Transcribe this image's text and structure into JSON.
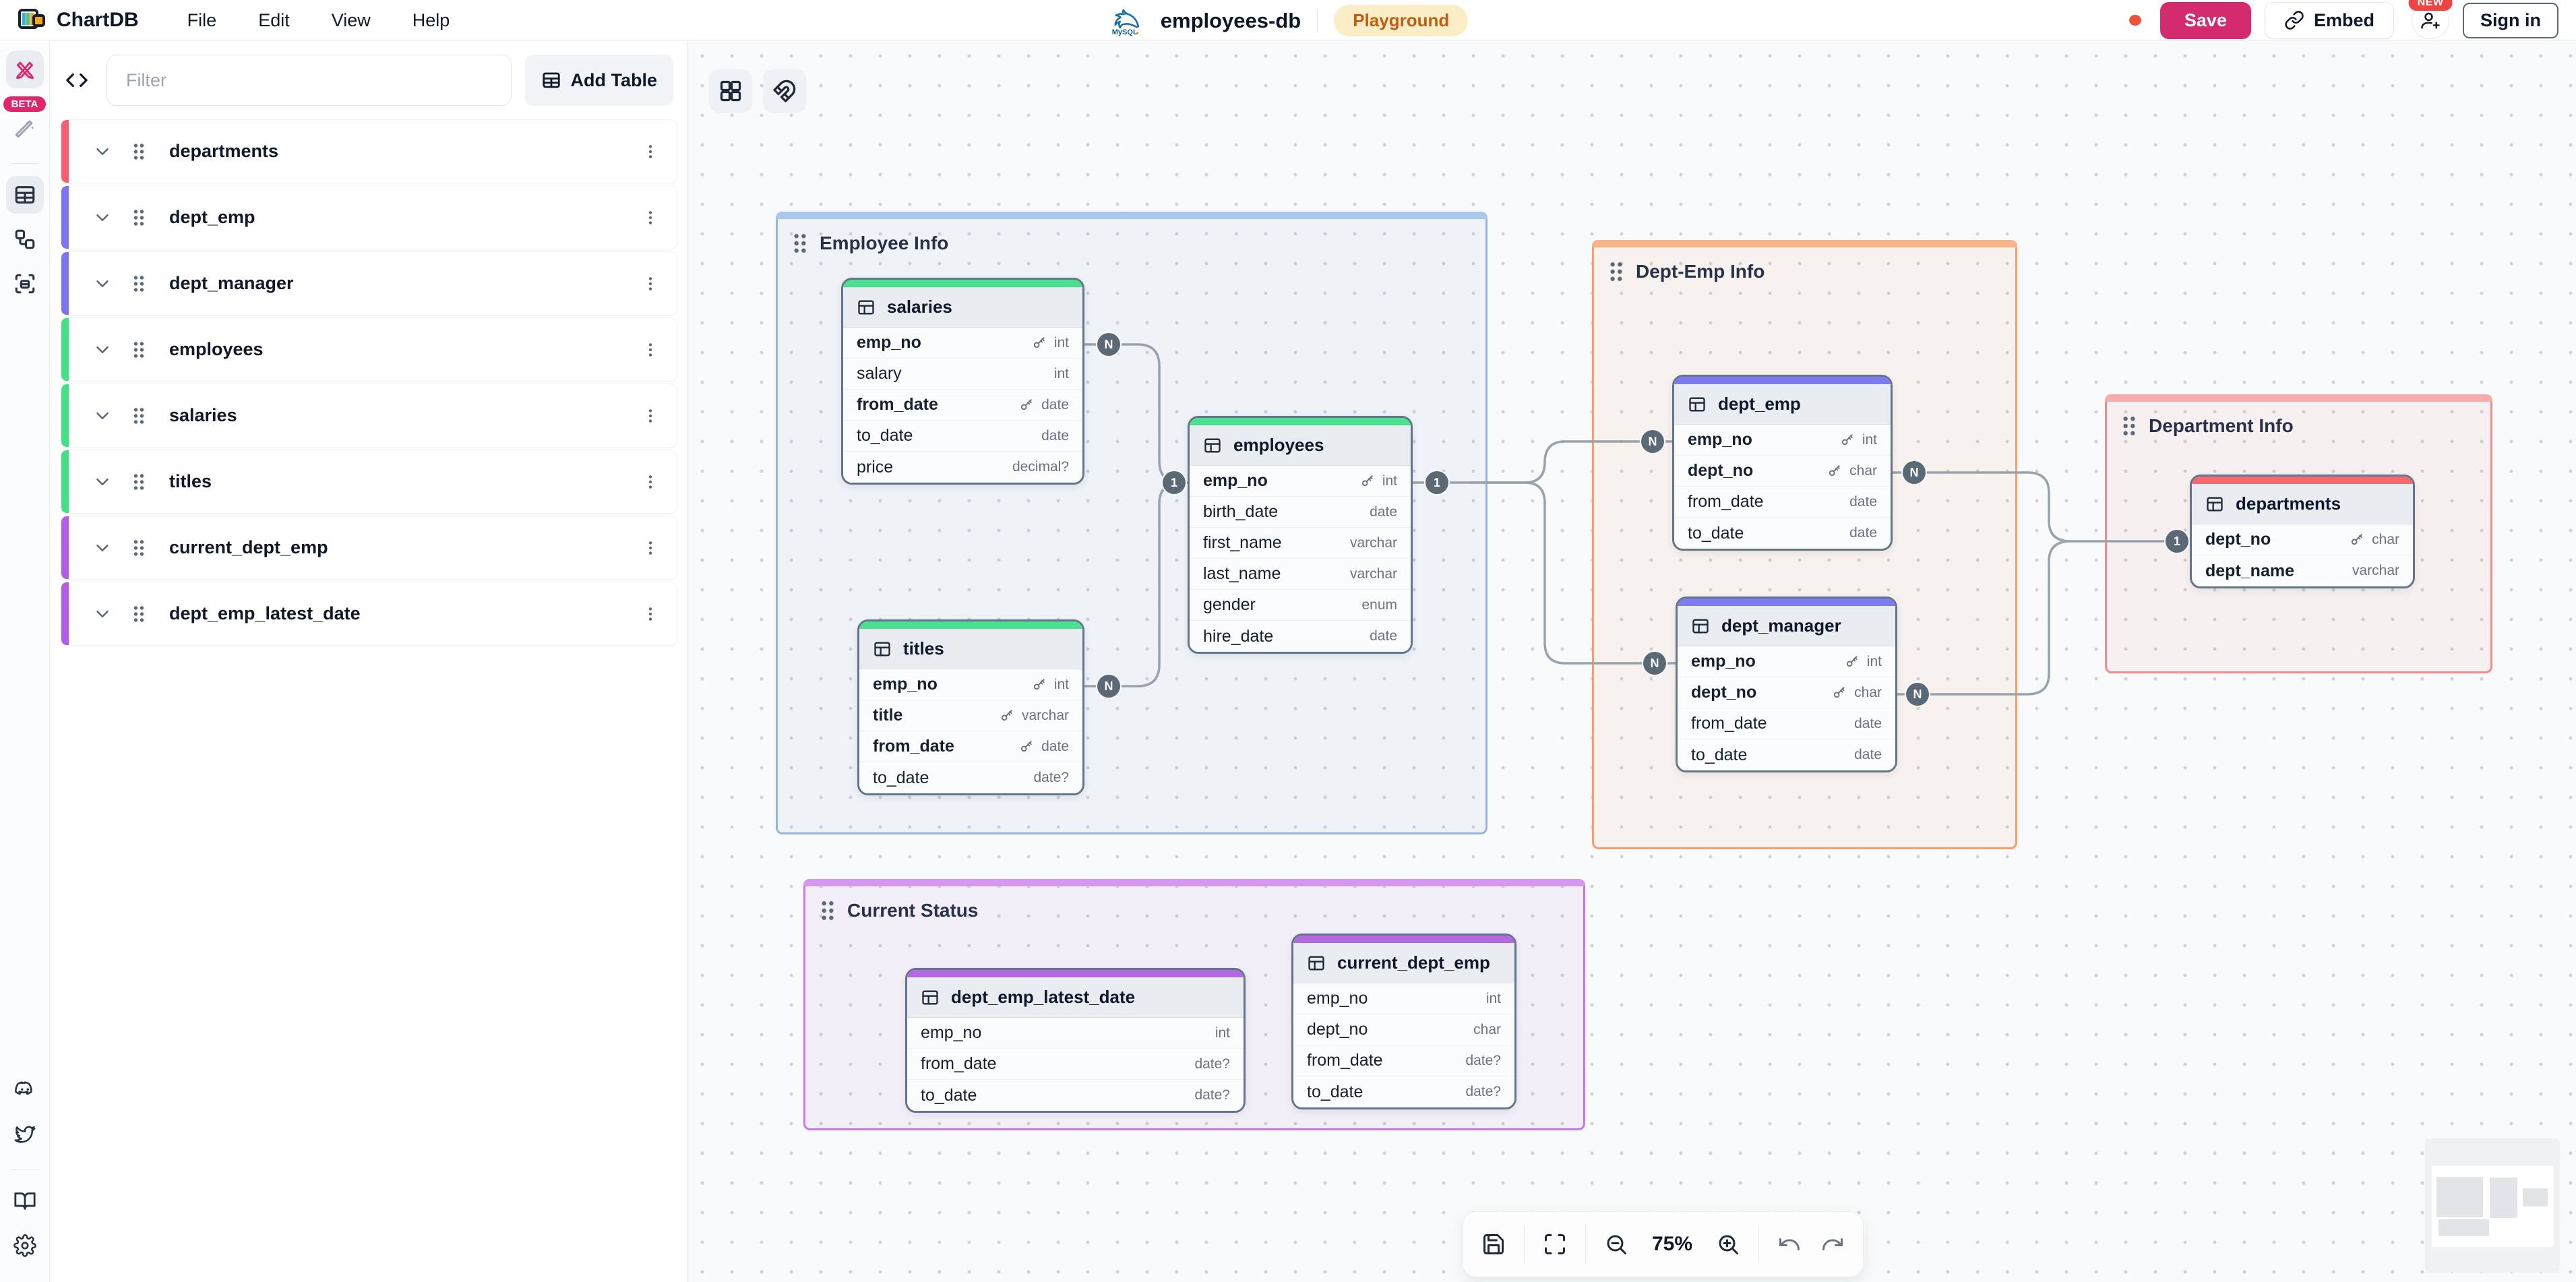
{
  "topbar": {
    "brand": "ChartDB",
    "menus": [
      "File",
      "Edit",
      "View",
      "Help"
    ],
    "database_name": "employees-db",
    "database_engine": "MySQL",
    "environment_badge": "Playground",
    "save_label": "Save",
    "embed_label": "Embed",
    "new_badge": "NEW",
    "signin_label": "Sign in",
    "save_color": "#d42a6e",
    "unsaved_dot_color": "#f0503c"
  },
  "rail": {
    "beta_badge": "BETA"
  },
  "panel": {
    "filter_placeholder": "Filter",
    "add_table_label": "Add Table",
    "tables": [
      {
        "name": "departments",
        "color": "#fb5e6e"
      },
      {
        "name": "dept_emp",
        "color": "#7d74f2"
      },
      {
        "name": "dept_manager",
        "color": "#7d74f2"
      },
      {
        "name": "employees",
        "color": "#41e185"
      },
      {
        "name": "salaries",
        "color": "#41e185"
      },
      {
        "name": "titles",
        "color": "#41e185"
      },
      {
        "name": "current_dept_emp",
        "color": "#b35ce6"
      },
      {
        "name": "dept_emp_latest_date",
        "color": "#b35ce6"
      }
    ]
  },
  "canvas": {
    "areas": [
      {
        "name": "Employee Info",
        "color": "#93b4e4",
        "strip": "#aac7ee",
        "fill": "rgba(137,170,214,0.08)"
      },
      {
        "name": "Dept-Emp Info",
        "color": "#f99e69",
        "strip": "#fbb488",
        "fill": "rgba(247,149,84,0.08)"
      },
      {
        "name": "Department Info",
        "color": "#f58a8a",
        "strip": "#f9abab",
        "fill": "rgba(244,114,114,0.07)"
      },
      {
        "name": "Current Status",
        "color": "#c678e8",
        "strip": "#d597f0",
        "fill": "rgba(186,104,230,0.07)"
      }
    ],
    "tables": [
      {
        "name": "salaries",
        "accent": "#4be08f",
        "fields": [
          {
            "n": "emp_no",
            "t": "int",
            "k": true,
            "b": true
          },
          {
            "n": "salary",
            "t": "int",
            "k": false,
            "b": false
          },
          {
            "n": "from_date",
            "t": "date",
            "k": true,
            "b": true
          },
          {
            "n": "to_date",
            "t": "date",
            "k": false,
            "b": false
          },
          {
            "n": "price",
            "t": "decimal?",
            "k": false,
            "b": false
          }
        ]
      },
      {
        "name": "titles",
        "accent": "#4be08f",
        "fields": [
          {
            "n": "emp_no",
            "t": "int",
            "k": true,
            "b": true
          },
          {
            "n": "title",
            "t": "varchar",
            "k": true,
            "b": true
          },
          {
            "n": "from_date",
            "t": "date",
            "k": true,
            "b": true
          },
          {
            "n": "to_date",
            "t": "date?",
            "k": false,
            "b": false
          }
        ]
      },
      {
        "name": "employees",
        "accent": "#4be08f",
        "fields": [
          {
            "n": "emp_no",
            "t": "int",
            "k": true,
            "b": true
          },
          {
            "n": "birth_date",
            "t": "date",
            "k": false,
            "b": false
          },
          {
            "n": "first_name",
            "t": "varchar",
            "k": false,
            "b": false
          },
          {
            "n": "last_name",
            "t": "varchar",
            "k": false,
            "b": false
          },
          {
            "n": "gender",
            "t": "enum",
            "k": false,
            "b": false
          },
          {
            "n": "hire_date",
            "t": "date",
            "k": false,
            "b": false
          }
        ]
      },
      {
        "name": "dept_emp",
        "accent": "#7d7af2",
        "fields": [
          {
            "n": "emp_no",
            "t": "int",
            "k": true,
            "b": true
          },
          {
            "n": "dept_no",
            "t": "char",
            "k": true,
            "b": true
          },
          {
            "n": "from_date",
            "t": "date",
            "k": false,
            "b": false
          },
          {
            "n": "to_date",
            "t": "date",
            "k": false,
            "b": false
          }
        ]
      },
      {
        "name": "dept_manager",
        "accent": "#7d7af2",
        "fields": [
          {
            "n": "emp_no",
            "t": "int",
            "k": true,
            "b": true
          },
          {
            "n": "dept_no",
            "t": "char",
            "k": true,
            "b": true
          },
          {
            "n": "from_date",
            "t": "date",
            "k": false,
            "b": false
          },
          {
            "n": "to_date",
            "t": "date",
            "k": false,
            "b": false
          }
        ]
      },
      {
        "name": "departments",
        "accent": "#f8696f",
        "fields": [
          {
            "n": "dept_no",
            "t": "char",
            "k": true,
            "b": true
          },
          {
            "n": "dept_name",
            "t": "varchar",
            "k": false,
            "b": true
          }
        ]
      },
      {
        "name": "dept_emp_latest_date",
        "accent": "#b468e4",
        "fields": [
          {
            "n": "emp_no",
            "t": "int",
            "k": false,
            "b": false
          },
          {
            "n": "from_date",
            "t": "date?",
            "k": false,
            "b": false
          },
          {
            "n": "to_date",
            "t": "date?",
            "k": false,
            "b": false
          }
        ]
      },
      {
        "name": "current_dept_emp",
        "accent": "#b468e4",
        "fields": [
          {
            "n": "emp_no",
            "t": "int",
            "k": false,
            "b": false
          },
          {
            "n": "dept_no",
            "t": "char",
            "k": false,
            "b": false
          },
          {
            "n": "from_date",
            "t": "date?",
            "k": false,
            "b": false
          },
          {
            "n": "to_date",
            "t": "date?",
            "k": false,
            "b": false
          }
        ]
      }
    ],
    "badges": [
      {
        "label": "N"
      },
      {
        "label": "1"
      },
      {
        "label": "N"
      },
      {
        "label": "1"
      },
      {
        "label": "N"
      },
      {
        "label": "N"
      },
      {
        "label": "N"
      },
      {
        "label": "N"
      },
      {
        "label": "1"
      }
    ]
  },
  "toolbar": {
    "zoom_level": "75%"
  }
}
